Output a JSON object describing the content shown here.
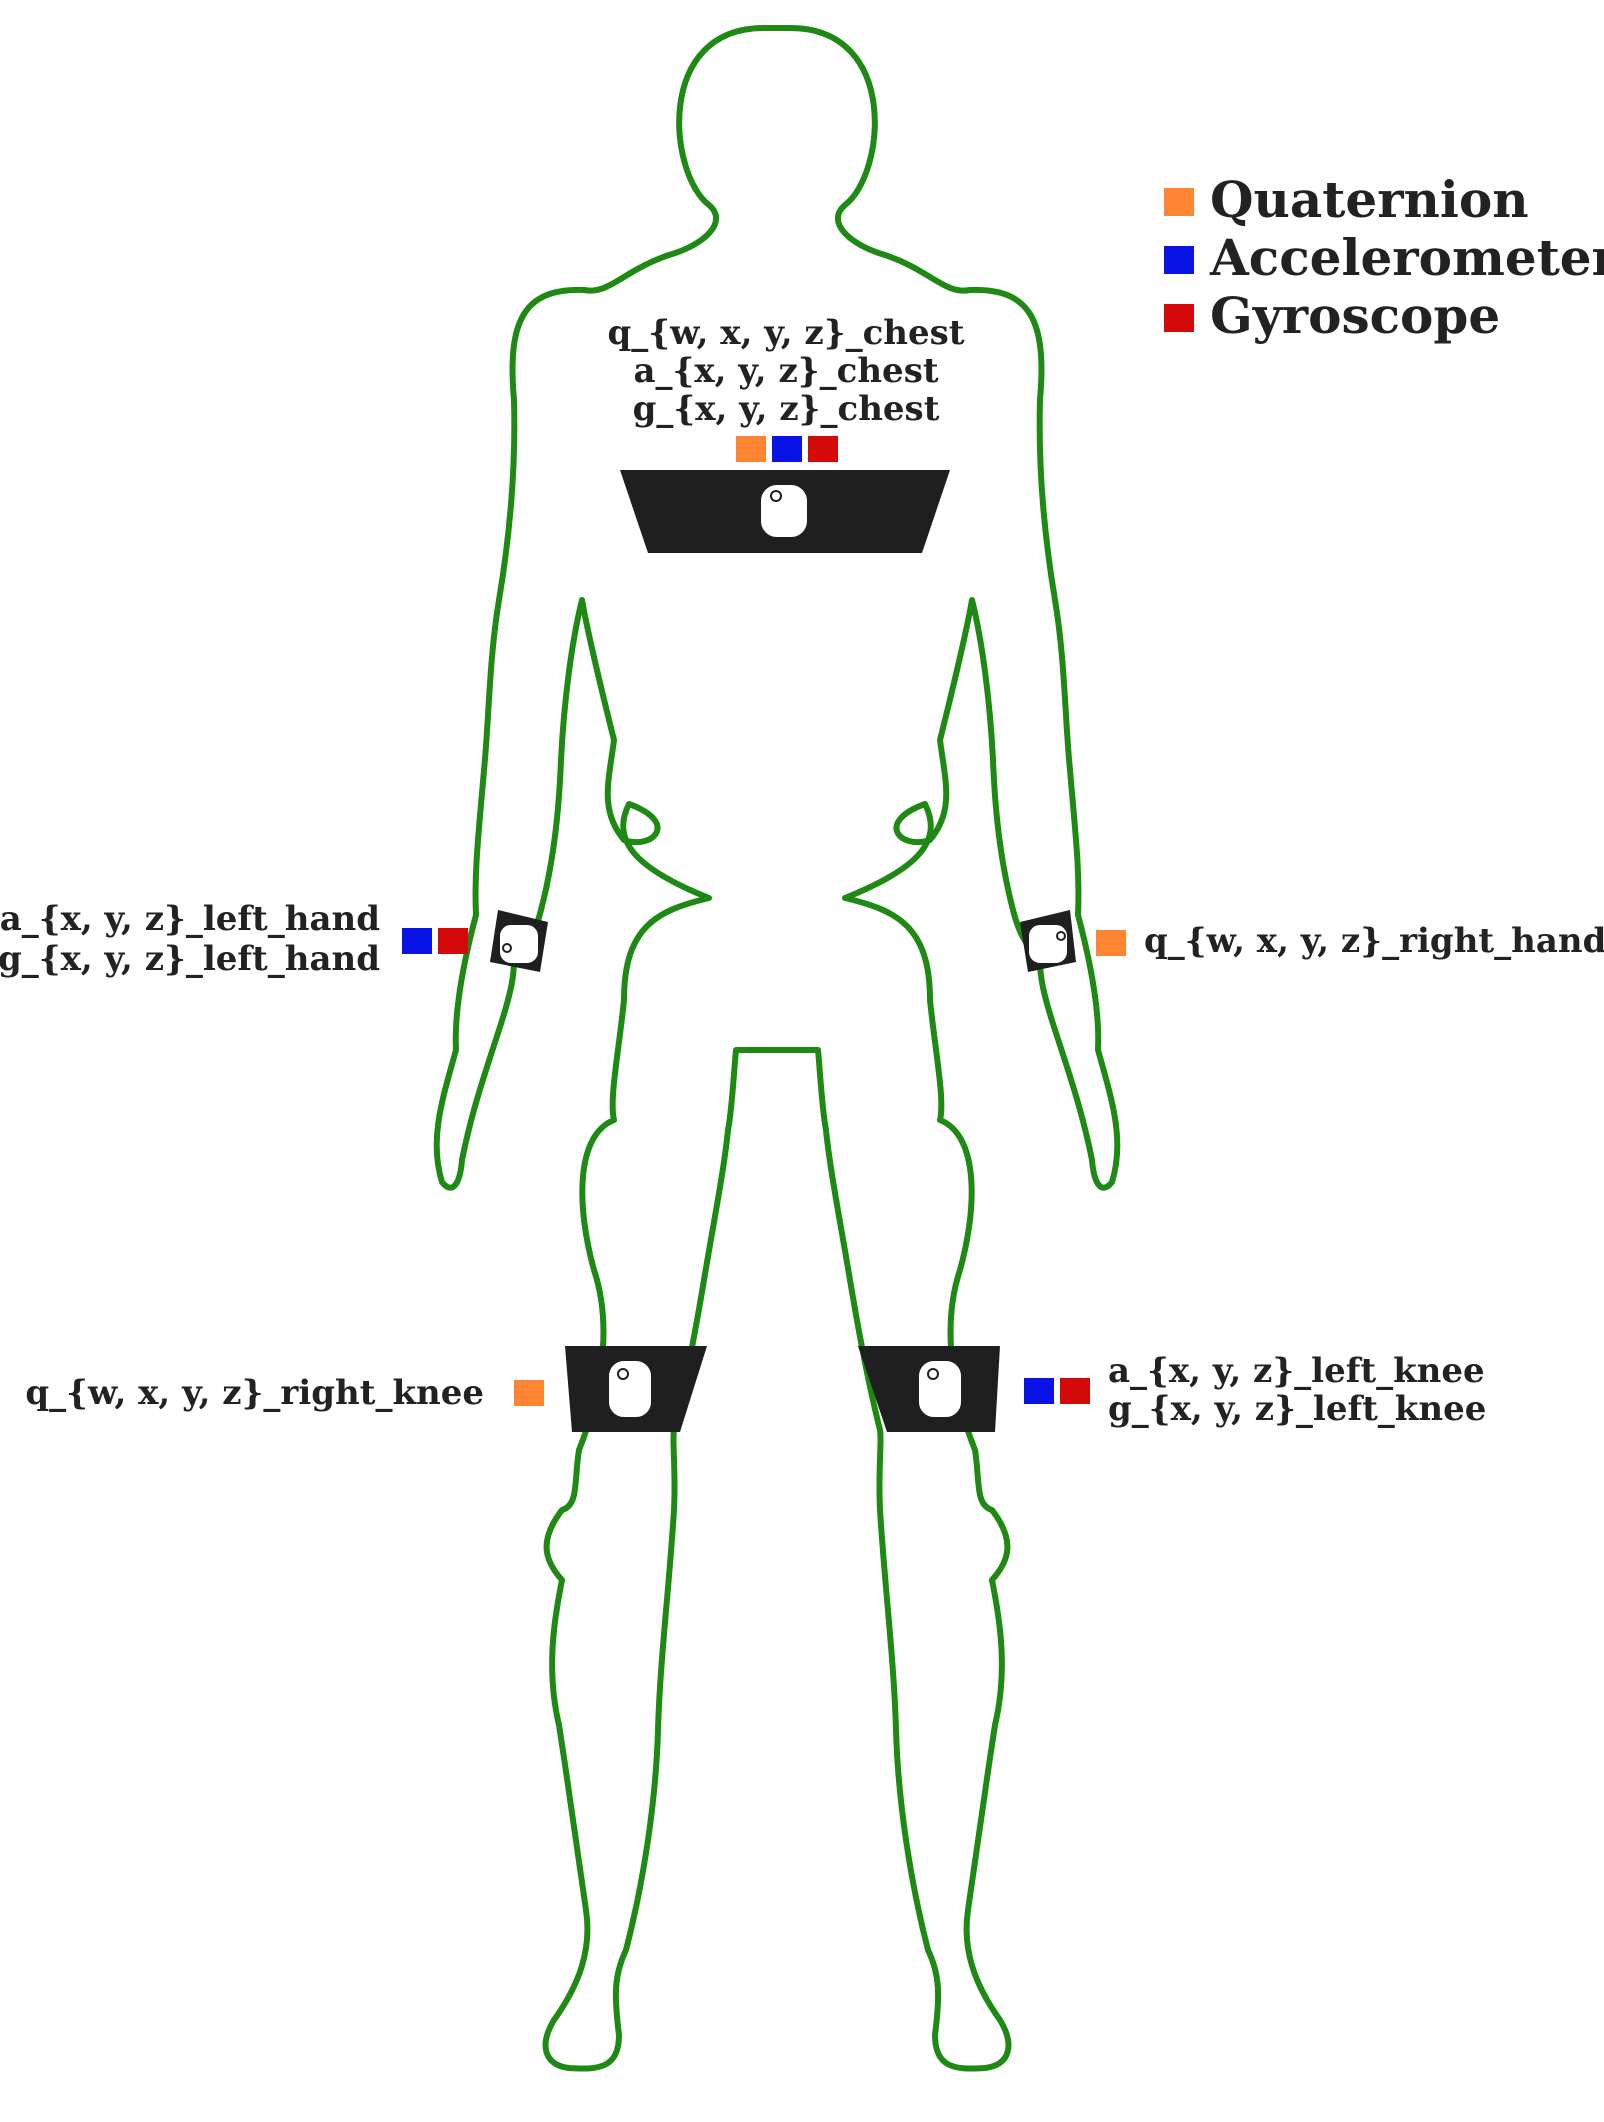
{
  "colors": {
    "body_outline": "#1e8a14",
    "strap": "#1f1f1f",
    "sensor": "#ffffff",
    "quaternion": "#ff8533",
    "accelerometer": "#0a14e6",
    "gyroscope": "#d40a0a"
  },
  "legend": [
    {
      "label": "Quaternion",
      "color_key": "quaternion"
    },
    {
      "label": "Accelerometer",
      "color_key": "accelerometer"
    },
    {
      "label": "Gyroscope",
      "color_key": "gyroscope"
    }
  ],
  "sensors": {
    "chest": {
      "lines": [
        "q_{w, x, y, z}_chest",
        "a_{x, y, z}_chest",
        "g_{x, y, z}_chest"
      ],
      "channels": [
        "quaternion",
        "accelerometer",
        "gyroscope"
      ]
    },
    "left_hand": {
      "lines": [
        "a_{x, y, z}_left_hand",
        "g_{x, y, z}_left_hand"
      ],
      "channels": [
        "accelerometer",
        "gyroscope"
      ]
    },
    "right_hand": {
      "lines": [
        "q_{w, x, y, z}_right_hand"
      ],
      "channels": [
        "quaternion"
      ]
    },
    "right_knee": {
      "lines": [
        "q_{w, x, y, z}_right_knee"
      ],
      "channels": [
        "quaternion"
      ]
    },
    "left_knee": {
      "lines": [
        "a_{x, y, z}_left_knee",
        "g_{x, y, z}_left_knee"
      ],
      "channels": [
        "accelerometer",
        "gyroscope"
      ]
    }
  }
}
